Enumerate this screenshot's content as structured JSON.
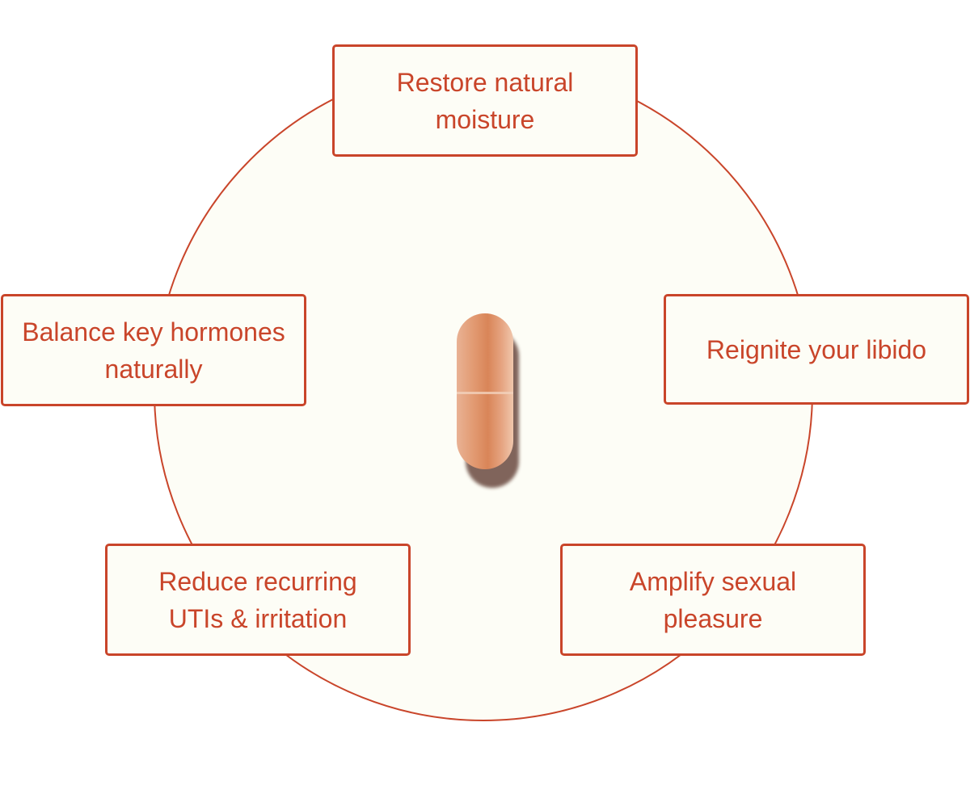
{
  "benefits": {
    "top": "Restore natural moisture",
    "left": "Balance key hormones naturally",
    "right": "Reignite your libido",
    "bottom_left": "Reduce recurring UTIs & irritation",
    "bottom_right": "Amplify sexual pleasure"
  },
  "colors": {
    "accent": "#c9452a",
    "fill": "#fdfdf6"
  },
  "center_icon": "capsule-pill"
}
